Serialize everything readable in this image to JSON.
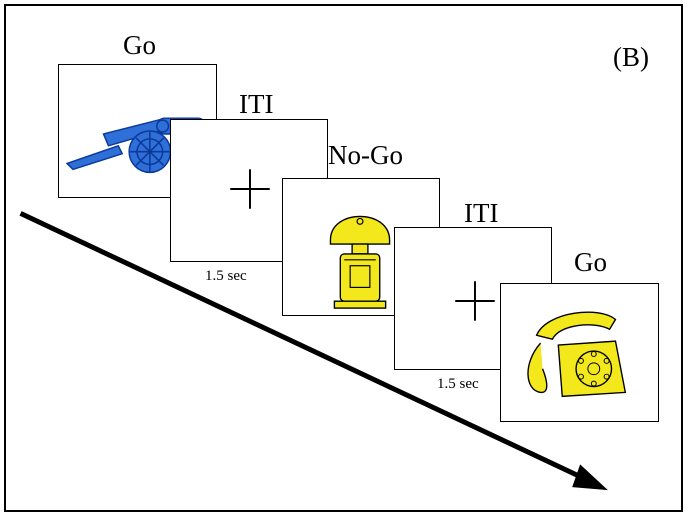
{
  "panel_label": "(B)",
  "trials": [
    {
      "label": "Go",
      "icon": "cannon-icon",
      "color": "#2f6fd8"
    },
    {
      "label": "ITI",
      "icon": "fixation-cross-icon",
      "duration": "1.5 sec"
    },
    {
      "label": "No-Go",
      "icon": "bell-icon",
      "color": "#f3e81c"
    },
    {
      "label": "ITI",
      "icon": "fixation-cross-icon",
      "duration": "1.5 sec"
    },
    {
      "label": "Go",
      "icon": "telephone-icon",
      "color": "#f3e81c"
    }
  ],
  "arrow": {
    "icon": "time-arrow-icon",
    "color": "#000000"
  }
}
